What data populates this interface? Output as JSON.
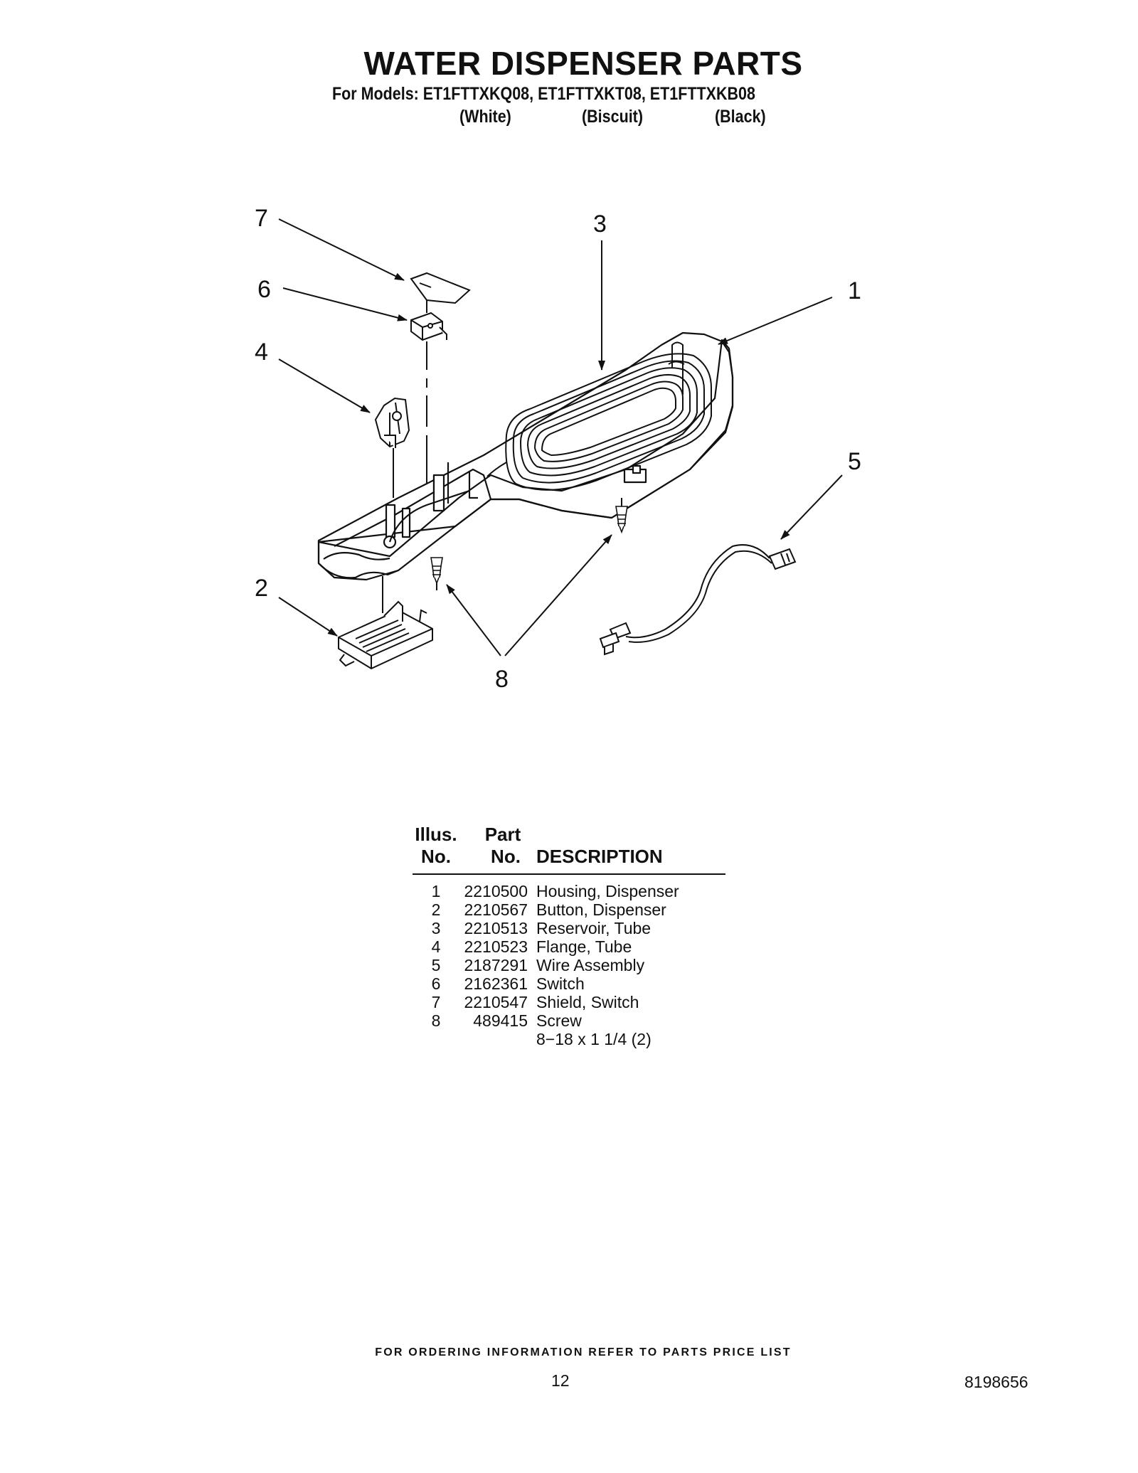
{
  "header": {
    "title": "WATER DISPENSER PARTS",
    "models_line": "For Models: ET1FTTXKQ08, ET1FTTXKT08, ET1FTTXKB08",
    "colors": [
      "(White)",
      "(Biscuit)",
      "(Black)"
    ]
  },
  "diagram": {
    "callouts": [
      "7",
      "6",
      "4",
      "3",
      "1",
      "5",
      "2",
      "8"
    ]
  },
  "parts_table": {
    "headers": {
      "illus_line1": "Illus.",
      "illus_line2": "No.",
      "part_line1": "Part",
      "part_line2": "No.",
      "description": "DESCRIPTION"
    },
    "rows": [
      {
        "illus": "1",
        "part": "2210500",
        "description": "Housing, Dispenser"
      },
      {
        "illus": "2",
        "part": "2210567",
        "description": "Button, Dispenser"
      },
      {
        "illus": "3",
        "part": "2210513",
        "description": "Reservoir, Tube"
      },
      {
        "illus": "4",
        "part": "2210523",
        "description": "Flange, Tube"
      },
      {
        "illus": "5",
        "part": "2187291",
        "description": "Wire Assembly"
      },
      {
        "illus": "6",
        "part": "2162361",
        "description": "Switch"
      },
      {
        "illus": "7",
        "part": "2210547",
        "description": "Shield, Switch"
      },
      {
        "illus": "8",
        "part": "489415",
        "description": "Screw"
      },
      {
        "illus": "",
        "part": "",
        "description": "8−18 x 1 1/4 (2)"
      }
    ]
  },
  "footer": {
    "note": "FOR ORDERING INFORMATION REFER TO PARTS PRICE LIST",
    "page_number": "12",
    "doc_number": "8198656"
  }
}
